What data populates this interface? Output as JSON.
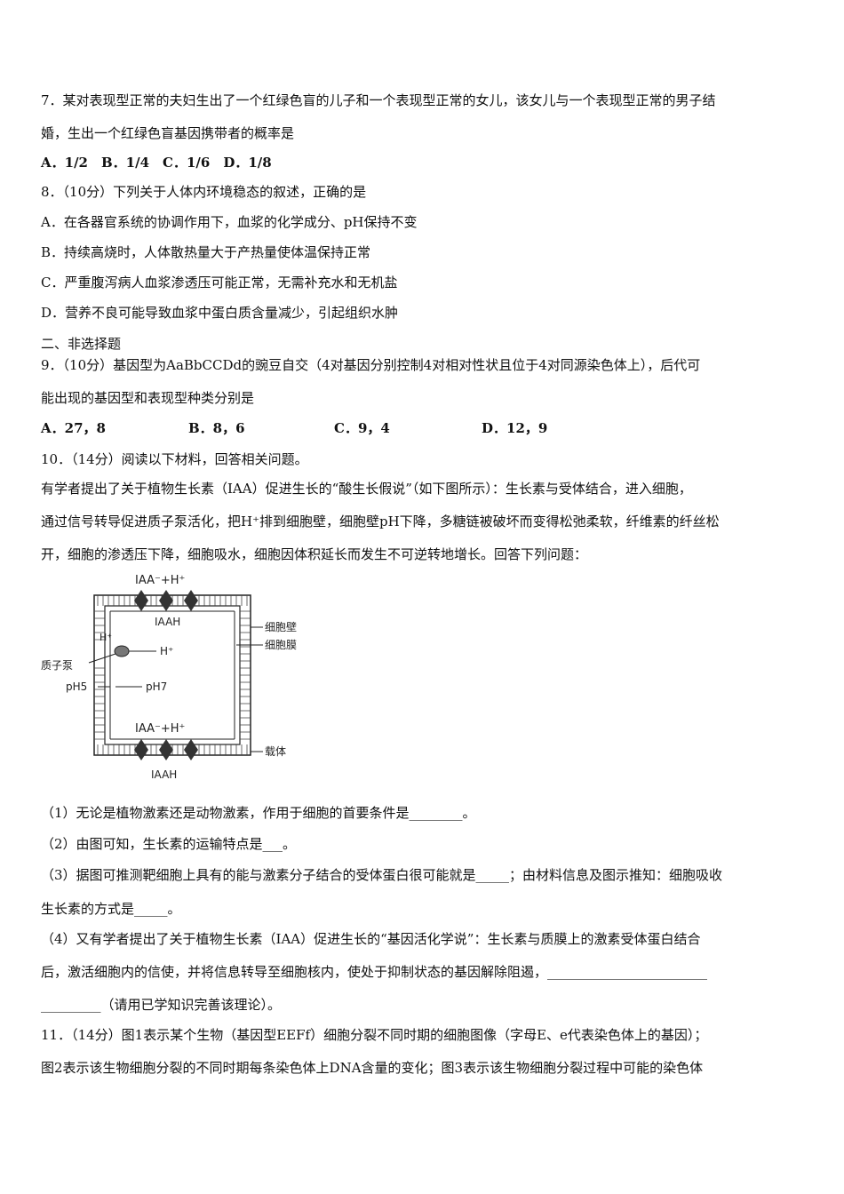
{
  "q7": {
    "line1": "7．某对表现型正常的夫妇生出了一个红绿色盲的儿子和一个表现型正常的女儿，该女儿与一个表现型正常的男子结",
    "line2": "婚，生出一个红绿色盲基因携带者的概率是",
    "options": "A．1/2　B．1/4　C．1/6　D．1/8"
  },
  "q8": {
    "stem": "8．（10分）下列关于人体内环境稳态的叙述，正确的是",
    "a": "A．在各器官系统的协调作用下，血浆的化学成分、pH保持不变",
    "b": "B．持续高烧时，人体散热量大于产热量使体温保持正常",
    "c": "C．严重腹泻病人血浆渗透压可能正常，无需补充水和无机盐",
    "d": "D．营养不良可能导致血浆中蛋白质含量减少，引起组织水肿"
  },
  "section2": "二、非选择题",
  "q9": {
    "line1": "9．（10分）基因型为AaBbCCDd的豌豆自交（4对基因分别控制4对相对性状且位于4对同源染色体上），后代可",
    "line2": "能出现的基因型和表现型种类分别是",
    "a": "A．27，8",
    "b": "B．8，6",
    "c": "C．9，4",
    "d": "D．12，9"
  },
  "q10": {
    "stem": "10．（14分）阅读以下材料，回答相关问题。",
    "p1": "有学者提出了关于植物生长素（IAA）促进生长的“酸生长假说”（如下图所示）：生长素与受体结合，进入细胞，",
    "p2": "通过信号转导促进质子泵活化，把H⁺排到细胞壁，细胞壁pH下降，多糖链被破坏而变得松弛柔软，纤维素的纤丝松",
    "p3": "开，细胞的渗透压下降，细胞吸水，细胞因体积延长而发生不可逆转地增长。回答下列问题：",
    "s1": "（1）无论是植物激素还是动物激素，作用于细胞的首要条件是________。",
    "s2": "（2）由图可知，生长素的运输特点是___。",
    "s3a": "（3）据图可推测靶细胞上具有的能与激素分子结合的受体蛋白很可能就是_____；由材料信息及图示推知：细胞吸收",
    "s3b": "生长素的方式是_____。",
    "s4a": "（4）又有学者提出了关于植物生长素（IAA）促进生长的“基因活化学说”：生长素与质膜上的激素受体蛋白结合",
    "s4b": "后，激活细胞内的信使，并将信息转导至细胞核内，使处于抑制状态的基因解除阻遏，________________________",
    "s4c": "_________（请用已学知识完善该理论）。"
  },
  "diagram": {
    "top_ion": "IAA⁻+H⁺",
    "top_iaah": "IAAH",
    "bottom_ion": "IAA⁻+H⁺",
    "bottom_iaah": "IAAH",
    "h_plus_outer": "H⁺",
    "h_plus_inner": "H⁺",
    "label_wall": "细胞壁",
    "label_membrane": "细胞膜",
    "label_pump": "质子泵",
    "label_ph5": "pH5",
    "label_ph7": "pH7",
    "label_carrier": "载体"
  },
  "q11": {
    "line1": "11．（14分）图1表示某个生物（基因型EEFf）细胞分裂不同时期的细胞图像（字母E、e代表染色体上的基因）；",
    "line2": "图2表示该生物细胞分裂的不同时期每条染色体上DNA含量的变化；图3表示该生物细胞分裂过程中可能的染色体"
  }
}
